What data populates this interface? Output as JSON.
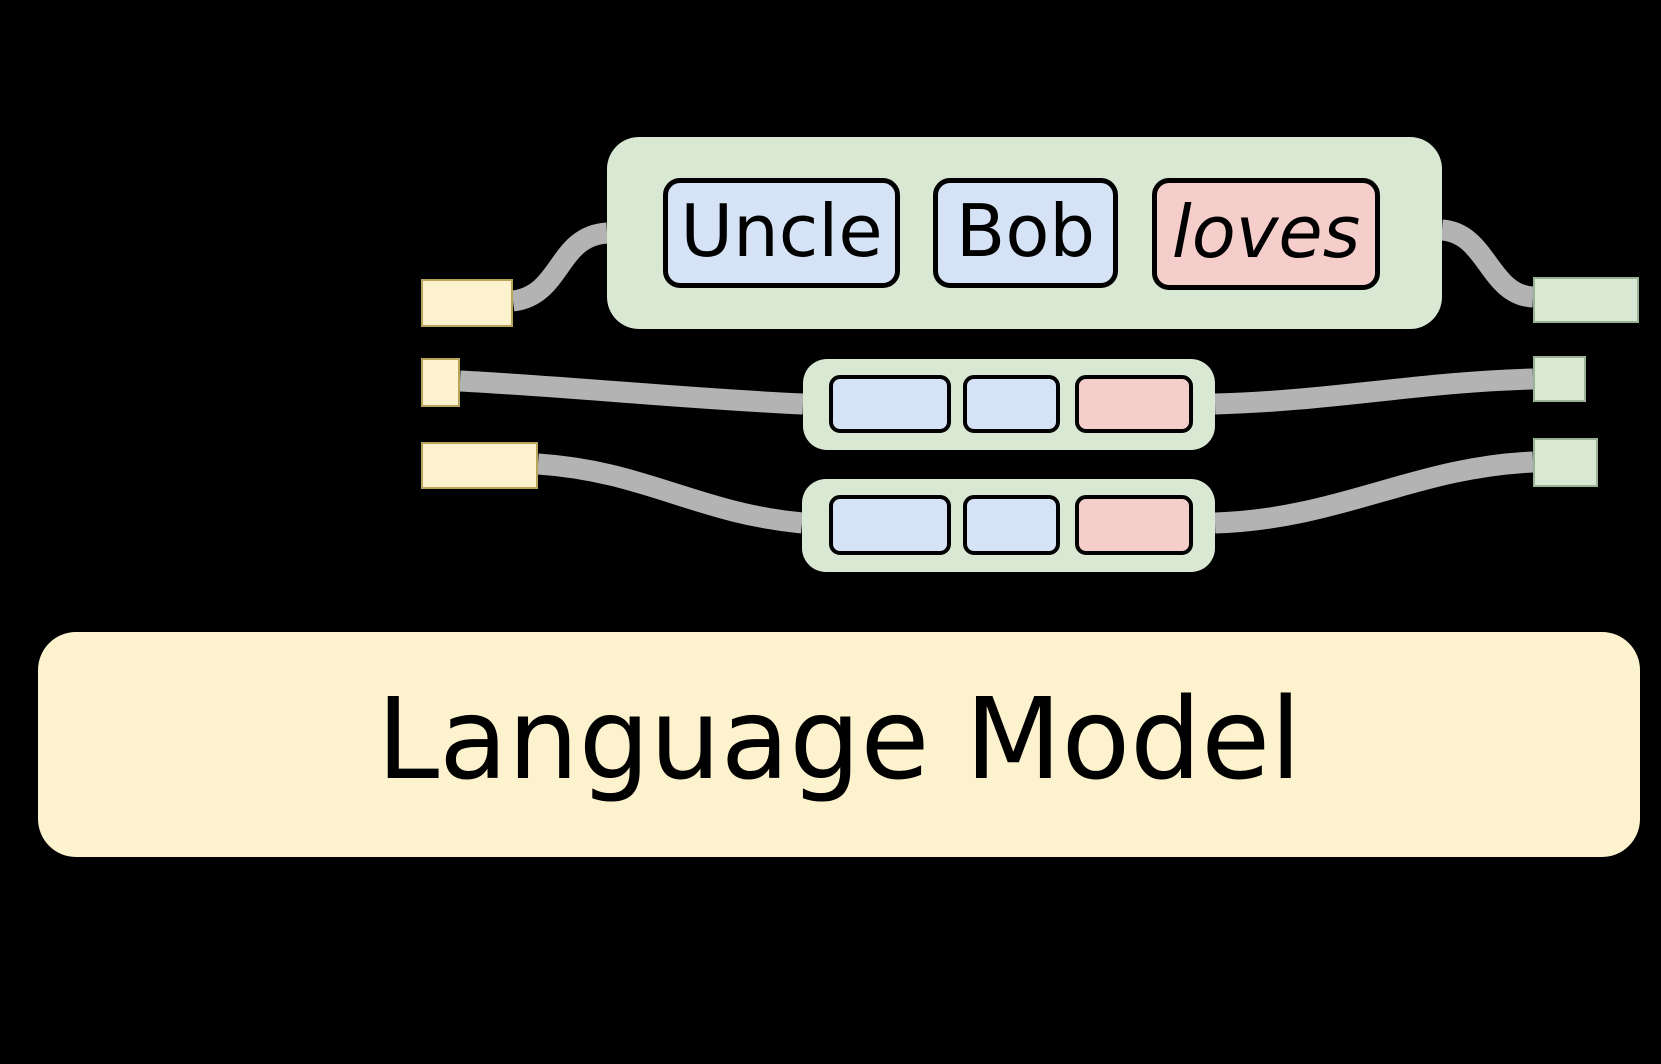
{
  "language_model": {
    "label": "Language Model"
  },
  "text_sequence": {
    "description": "token sequence container",
    "tokens": [
      {
        "label": "Uncle",
        "color": "blue",
        "italic": false
      },
      {
        "label": "Bob",
        "color": "blue",
        "italic": false
      },
      {
        "label": "loves",
        "color": "pink",
        "italic": true
      }
    ]
  },
  "hidden_sequences": [
    {
      "tokens": [
        {
          "color": "blue"
        },
        {
          "color": "blue"
        },
        {
          "color": "pink"
        }
      ]
    },
    {
      "tokens": [
        {
          "color": "blue"
        },
        {
          "color": "blue"
        },
        {
          "color": "pink"
        }
      ]
    }
  ],
  "input_vectors": {
    "count": 3,
    "side": "left",
    "fill": "#fcf2cd"
  },
  "output_vectors": {
    "count": 3,
    "side": "right",
    "fill": "#d8e8d3"
  },
  "wires": {
    "count": 6,
    "color": "#b3b3b3"
  },
  "colors": {
    "background": "#000000",
    "sequence_green": "#d8e8d3",
    "token_blue": "#d6e2f6",
    "token_pink": "#f5cdca",
    "vector_yellow": "#fcf2cd",
    "yellow_border": "#b9a45c",
    "green_border": "#9ab295",
    "token_outline": "#000000",
    "text": "#000000"
  }
}
